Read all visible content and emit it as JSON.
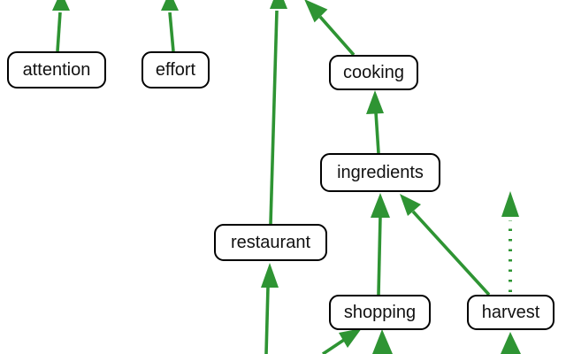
{
  "diagram": {
    "type": "dependency-graph",
    "orientation": "arrows-point-upward",
    "nodes": [
      {
        "id": "attention",
        "label": "attention"
      },
      {
        "id": "effort",
        "label": "effort"
      },
      {
        "id": "cooking",
        "label": "cooking"
      },
      {
        "id": "ingredients",
        "label": "ingredients"
      },
      {
        "id": "restaurant",
        "label": "restaurant"
      },
      {
        "id": "shopping",
        "label": "shopping"
      },
      {
        "id": "harvest",
        "label": "harvest"
      }
    ],
    "edges": [
      {
        "from": "attention",
        "to": "offscreen-top",
        "style": "solid"
      },
      {
        "from": "effort",
        "to": "offscreen-top",
        "style": "solid"
      },
      {
        "from": "restaurant",
        "to": "offscreen-top",
        "style": "solid"
      },
      {
        "from": "cooking",
        "to": "offscreen-top",
        "style": "solid"
      },
      {
        "from": "ingredients",
        "to": "cooking",
        "style": "solid"
      },
      {
        "from": "shopping",
        "to": "ingredients",
        "style": "solid"
      },
      {
        "from": "harvest",
        "to": "ingredients",
        "style": "solid"
      },
      {
        "from": "harvest",
        "to": "offscreen-above",
        "style": "dotted"
      },
      {
        "from": "offscreen-bottom",
        "to": "restaurant",
        "style": "solid"
      },
      {
        "from": "offscreen-bottom-left",
        "to": "shopping",
        "style": "solid"
      },
      {
        "from": "offscreen-bottom",
        "to": "shopping",
        "style": "solid"
      },
      {
        "from": "offscreen-bottom",
        "to": "harvest",
        "style": "solid"
      }
    ],
    "colors": {
      "edge_green": "#2e9433",
      "node_border": "#000000",
      "node_fill": "#ffffff",
      "text": "#111111",
      "background": "#ffffff"
    }
  }
}
